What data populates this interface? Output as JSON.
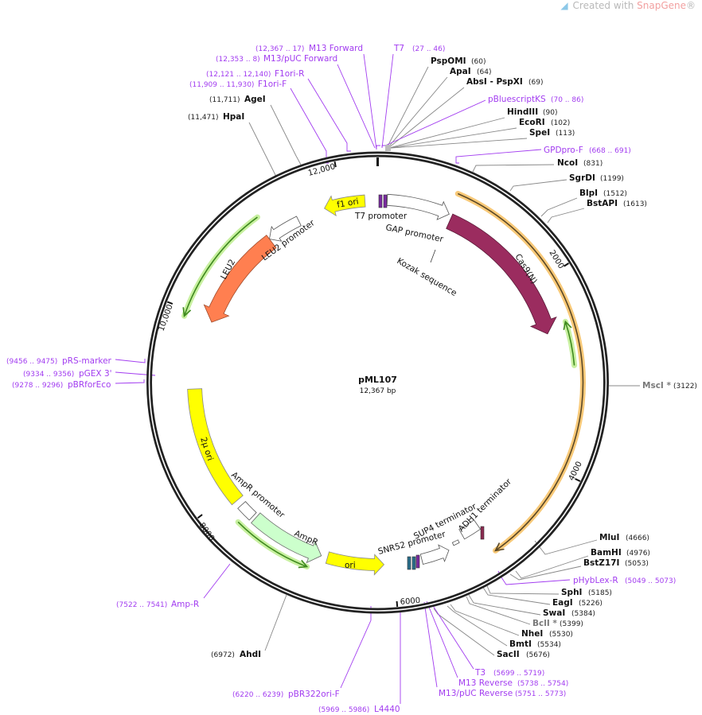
{
  "watermark": {
    "prefix": "Created with ",
    "brand": "SnapGene",
    "suffix": "®"
  },
  "plasmid": {
    "name": "pML107",
    "length": "12,367 bp"
  },
  "ticks": [
    "12,000",
    "2000",
    "4000",
    "6000",
    "8000",
    "10,000"
  ],
  "enzymes": [
    {
      "name": "PspOMI",
      "pos": "(60)"
    },
    {
      "name": "ApaI",
      "pos": "(64)"
    },
    {
      "name": "AbsI  - PspXI",
      "pos": "(69)"
    },
    {
      "name": "HindIII",
      "pos": "(90)"
    },
    {
      "name": "EcoRI",
      "pos": "(102)"
    },
    {
      "name": "SpeI",
      "pos": "(113)"
    },
    {
      "name": "NcoI",
      "pos": "(831)"
    },
    {
      "name": "SgrDI",
      "pos": "(1199)"
    },
    {
      "name": "BlpI",
      "pos": "(1512)"
    },
    {
      "name": "BstAPI",
      "pos": "(1613)"
    },
    {
      "name": "MscI *",
      "pos": "(3122)"
    },
    {
      "name": "MluI",
      "pos": "(4666)"
    },
    {
      "name": "BamHI",
      "pos": "(4976)"
    },
    {
      "name": "BstZ17I",
      "pos": "(5053)"
    },
    {
      "name": "SphI",
      "pos": "(5185)"
    },
    {
      "name": "EagI",
      "pos": "(5226)"
    },
    {
      "name": "SwaI",
      "pos": "(5384)"
    },
    {
      "name": "BclI *",
      "pos": "(5399)"
    },
    {
      "name": "NheI",
      "pos": "(5530)"
    },
    {
      "name": "BmtI",
      "pos": "(5534)"
    },
    {
      "name": "SacII",
      "pos": "(5676)"
    },
    {
      "name": "AhdI",
      "pos": "(6972)"
    },
    {
      "name": "AgeI",
      "pos": "(11,711)"
    },
    {
      "name": "HpaI",
      "pos": "(11,471)"
    }
  ],
  "primers": [
    {
      "name": "M13 Forward",
      "range": "(12,367 .. 17)"
    },
    {
      "name": "M13/pUC Forward",
      "range": "(12,353 .. 8)"
    },
    {
      "name": "T7",
      "range": "(27 .. 46)"
    },
    {
      "name": "F1ori-R",
      "range": "(12,121 .. 12,140)"
    },
    {
      "name": "F1ori-F",
      "range": "(11,909 .. 11,930)"
    },
    {
      "name": "pBluescriptKS",
      "range": "(70 .. 86)"
    },
    {
      "name": "GPDpro-F",
      "range": "(668 .. 691)"
    },
    {
      "name": "pHybLex-R",
      "range": "(5049 .. 5073)"
    },
    {
      "name": "T3",
      "range": "(5699 .. 5719)"
    },
    {
      "name": "M13 Reverse",
      "range": "(5738 .. 5754)"
    },
    {
      "name": "M13/pUC Reverse",
      "range": "(5751 .. 5773)"
    },
    {
      "name": "L4440",
      "range": "(5969 .. 5986)"
    },
    {
      "name": "pBR322ori-F",
      "range": "(6220 .. 6239)"
    },
    {
      "name": "Amp-R",
      "range": "(7522 .. 7541)"
    },
    {
      "name": "pRS-marker",
      "range": "(9456 .. 9475)"
    },
    {
      "name": "pGEX 3'",
      "range": "(9334 .. 9356)"
    },
    {
      "name": "pBRforEco",
      "range": "(9278 .. 9296)"
    }
  ],
  "features": [
    {
      "name": "Cas9(N)",
      "color": "#9b2c5f"
    },
    {
      "name": "f1 ori",
      "color": "#ffff00"
    },
    {
      "name": "T7 promoter",
      "color": "#ffffff"
    },
    {
      "name": "GAP promoter",
      "color": "#ffffff"
    },
    {
      "name": "Kozak sequence",
      "color": "#ffffff"
    },
    {
      "name": "LEU2 promoter",
      "color": "#ffffff"
    },
    {
      "name": "LEU2",
      "color": "#ff7f50"
    },
    {
      "name": "2µ ori",
      "color": "#ffff00"
    },
    {
      "name": "AmpR promoter",
      "color": "#ffffff"
    },
    {
      "name": "AmpR",
      "color": "#ccffcc"
    },
    {
      "name": "ori",
      "color": "#ffff00"
    },
    {
      "name": "SNR52 promoter",
      "color": "#ffffff"
    },
    {
      "name": "SUP4 terminator",
      "color": "#ffffff"
    },
    {
      "name": "ADH1 terminator",
      "color": "#ffffff"
    }
  ],
  "colors": {
    "primer": "#a23cf0",
    "ring": "#222222",
    "orf_orange": "#f5b55a",
    "orf_green": "#4a9a2a"
  }
}
